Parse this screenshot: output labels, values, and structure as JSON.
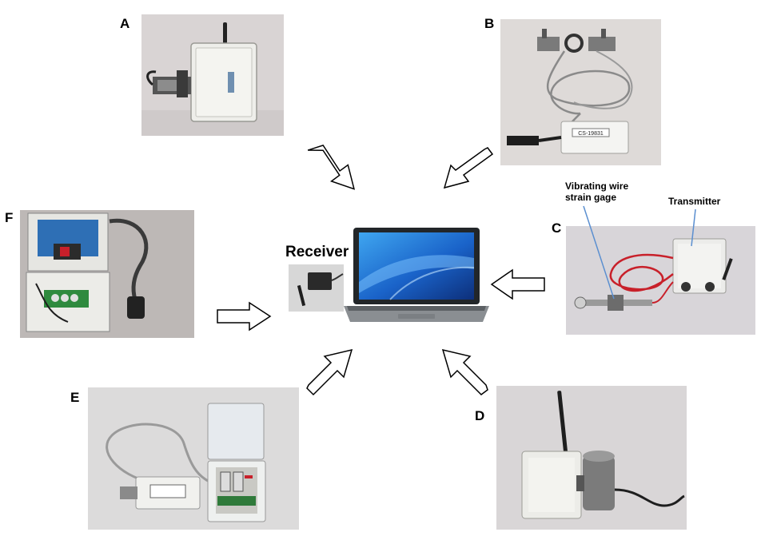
{
  "panels": {
    "a": {
      "letter": "A"
    },
    "b": {
      "letter": "B",
      "box_label": "CS-19831"
    },
    "c": {
      "letter": "C",
      "gage_label": "Vibrating wire strain gage",
      "transmitter_label": "Transmitter"
    },
    "d": {
      "letter": "D"
    },
    "e": {
      "letter": "E"
    },
    "f": {
      "letter": "F"
    }
  },
  "center": {
    "receiver_label": "Receiver"
  },
  "colors": {
    "background": "#ffffff",
    "arrow_stroke": "#000000",
    "arrow_fill": "#ffffff",
    "screen": "#1a63c9"
  }
}
